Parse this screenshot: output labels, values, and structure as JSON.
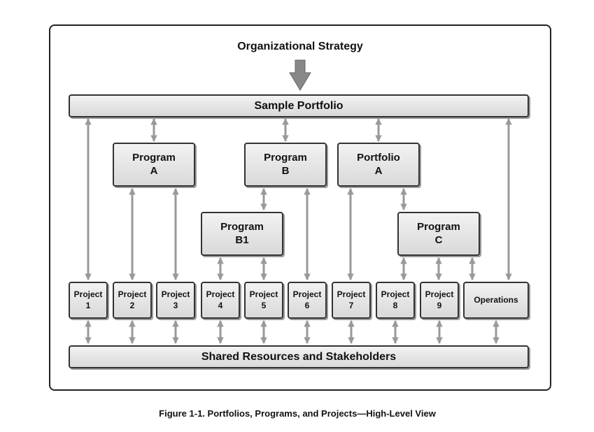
{
  "strategy": "Organizational Strategy",
  "portfolio": "Sample Portfolio",
  "shared": "Shared Resources and Stakeholders",
  "caption": "Figure 1-1. Portfolios, Programs, and Projects—High-Level View",
  "programs": {
    "a": {
      "line1": "Program",
      "line2": "A"
    },
    "b": {
      "line1": "Program",
      "line2": "B"
    },
    "pa": {
      "line1": "Portfolio",
      "line2": "A"
    },
    "b1": {
      "line1": "Program",
      "line2": "B1"
    },
    "c": {
      "line1": "Program",
      "line2": "C"
    }
  },
  "projects": [
    {
      "line1": "Project",
      "line2": "1"
    },
    {
      "line1": "Project",
      "line2": "2"
    },
    {
      "line1": "Project",
      "line2": "3"
    },
    {
      "line1": "Project",
      "line2": "4"
    },
    {
      "line1": "Project",
      "line2": "5"
    },
    {
      "line1": "Project",
      "line2": "6"
    },
    {
      "line1": "Project",
      "line2": "7"
    },
    {
      "line1": "Project",
      "line2": "8"
    },
    {
      "line1": "Project",
      "line2": "9"
    }
  ],
  "operations": "Operations",
  "colors": {
    "arrow": "#999999",
    "box_border": "#333333",
    "box_fill": "#e6e6e6"
  }
}
